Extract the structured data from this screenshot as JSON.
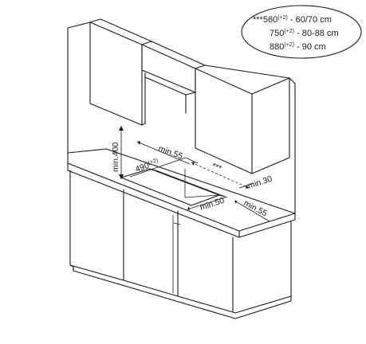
{
  "legend": {
    "rows": [
      {
        "prefix": "***",
        "size": "560",
        "sup": "(+2)",
        "range": " - 60/70 cm"
      },
      {
        "prefix": "",
        "size": "750",
        "sup": "(+2)",
        "range": " - 80-88 cm"
      },
      {
        "prefix": "",
        "size": "880",
        "sup": "(+2)",
        "range": " - 90 cm"
      }
    ]
  },
  "dimensions": {
    "min_400": "min.400",
    "min_55_top": "min.55",
    "cutout_490": "490",
    "cutout_490_sup": "(+2)",
    "cutout_depth": "***",
    "min_30": "min.30",
    "min_50": "min.50",
    "min_55_side": "min.55"
  }
}
